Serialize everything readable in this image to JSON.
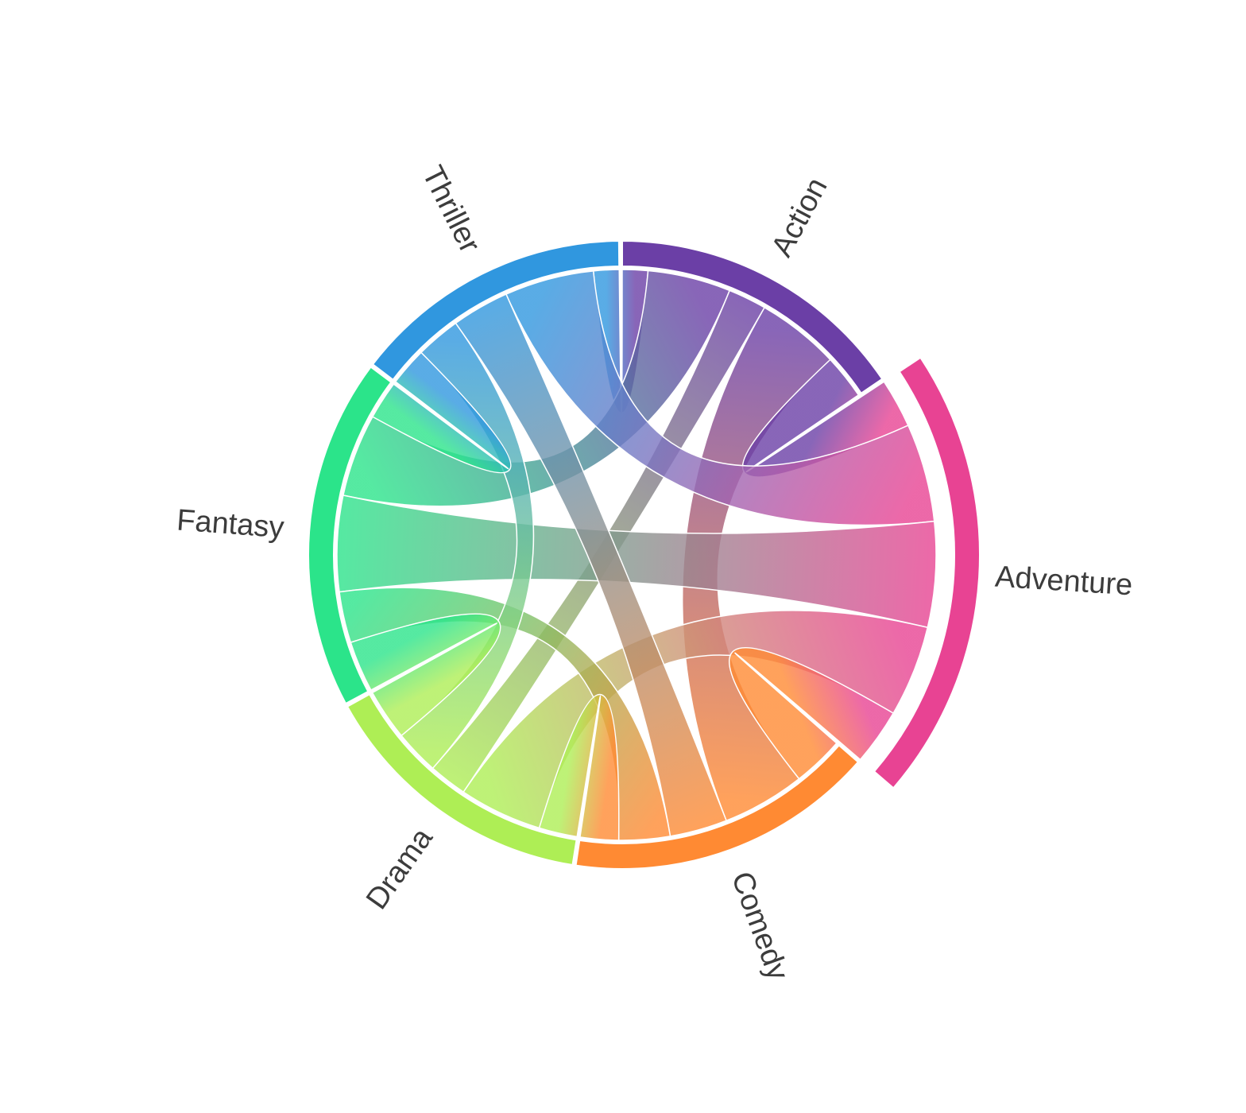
{
  "chart_data": {
    "type": "chord",
    "nodes": [
      {
        "id": "Action",
        "label": "Action",
        "color": "#6b3fa6"
      },
      {
        "id": "Adventure",
        "label": "Adventure",
        "color": "#e84393"
      },
      {
        "id": "Comedy",
        "label": "Comedy",
        "color": "#ff8a33"
      },
      {
        "id": "Drama",
        "label": "Drama",
        "color": "#aeee55"
      },
      {
        "id": "Fantasy",
        "label": "Fantasy",
        "color": "#2be48a"
      },
      {
        "id": "Thriller",
        "label": "Thriller",
        "color": "#3097df"
      }
    ],
    "highlighted_node": "Adventure",
    "links": [
      {
        "source": "Action",
        "target": "Thriller",
        "value": 4
      },
      {
        "source": "Action",
        "target": "Fantasy",
        "value": 13
      },
      {
        "source": "Action",
        "target": "Drama",
        "value": 6
      },
      {
        "source": "Action",
        "target": "Comedy",
        "value": 13
      },
      {
        "source": "Action",
        "target": "Adventure",
        "value": 7
      },
      {
        "source": "Adventure",
        "target": "Thriller",
        "value": 14
      },
      {
        "source": "Adventure",
        "target": "Fantasy",
        "value": 15
      },
      {
        "source": "Adventure",
        "target": "Drama",
        "value": 13
      },
      {
        "source": "Adventure",
        "target": "Comedy",
        "value": 8
      },
      {
        "source": "Comedy",
        "target": "Thriller",
        "value": 9
      },
      {
        "source": "Comedy",
        "target": "Fantasy",
        "value": 8
      },
      {
        "source": "Comedy",
        "target": "Drama",
        "value": 6
      },
      {
        "source": "Drama",
        "target": "Thriller",
        "value": 7
      },
      {
        "source": "Drama",
        "target": "Fantasy",
        "value": 8
      },
      {
        "source": "Fantasy",
        "target": "Thriller",
        "value": 6
      }
    ],
    "title": "",
    "legend": "none"
  }
}
